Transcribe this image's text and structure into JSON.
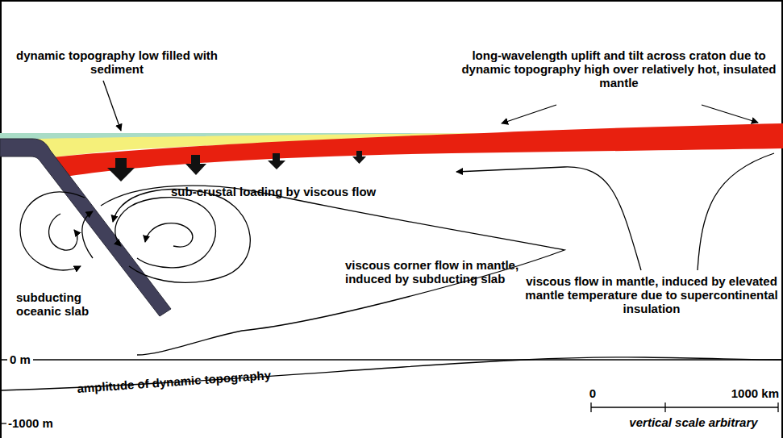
{
  "diagram": {
    "labels": [
      "dynamic topography low filled with sediment",
      "long-wavelength uplift and tilt across craton due to dynamic topography high over relatively hot, insulated mantle",
      "sub-crustal loading by viscous flow",
      "viscous corner flow in mantle, induced by subducting slab",
      "subducting oceanic slab",
      "viscous flow in mantle, induced by elevated mantle temperature due to supercontinental insulation",
      "0 m",
      "amplitude of dynamic topography",
      "-1000 m",
      "0",
      "1000 km",
      "vertical scale arbitrary"
    ]
  }
}
